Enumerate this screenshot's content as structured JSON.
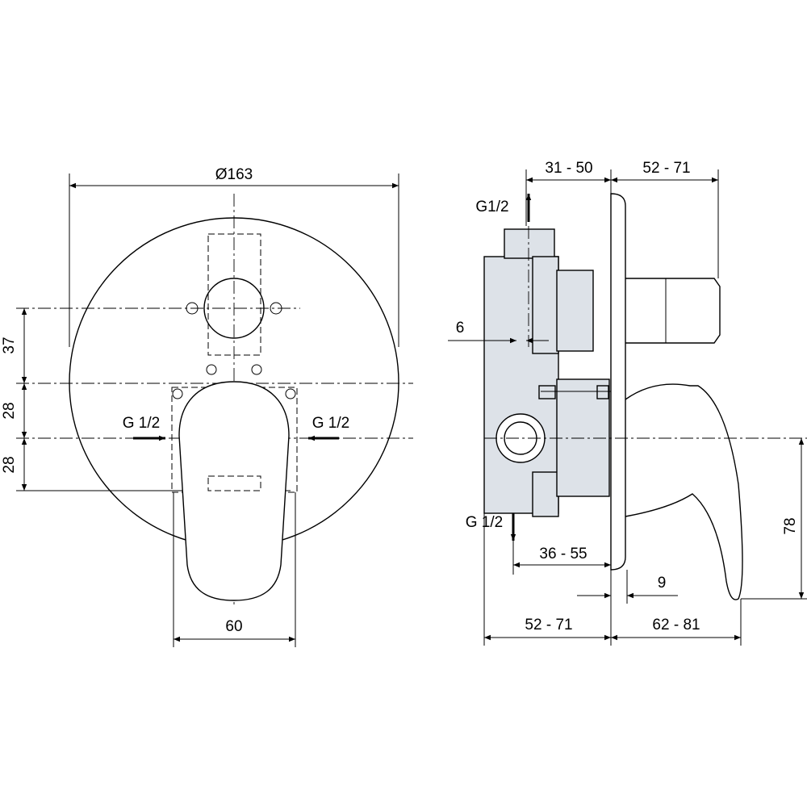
{
  "front_view": {
    "diameter_label": "Ø163",
    "dim_37": "37",
    "dim_28_upper": "28",
    "dim_28_lower": "28",
    "width_label": "60",
    "inlet_left": "G 1/2",
    "inlet_right": "G 1/2"
  },
  "side_view": {
    "outlet_top": "G1/2",
    "outlet_bottom": "G 1/2",
    "dim_31_50": "31 - 50",
    "dim_52_71_top": "52 - 71",
    "dim_6": "6",
    "dim_36_55": "36 - 55",
    "dim_9": "9",
    "dim_52_71_bottom": "52 - 71",
    "dim_62_81": "62 - 81",
    "dim_78": "78"
  },
  "colors": {
    "body_fill": "#dde2e8",
    "line": "#000000"
  }
}
